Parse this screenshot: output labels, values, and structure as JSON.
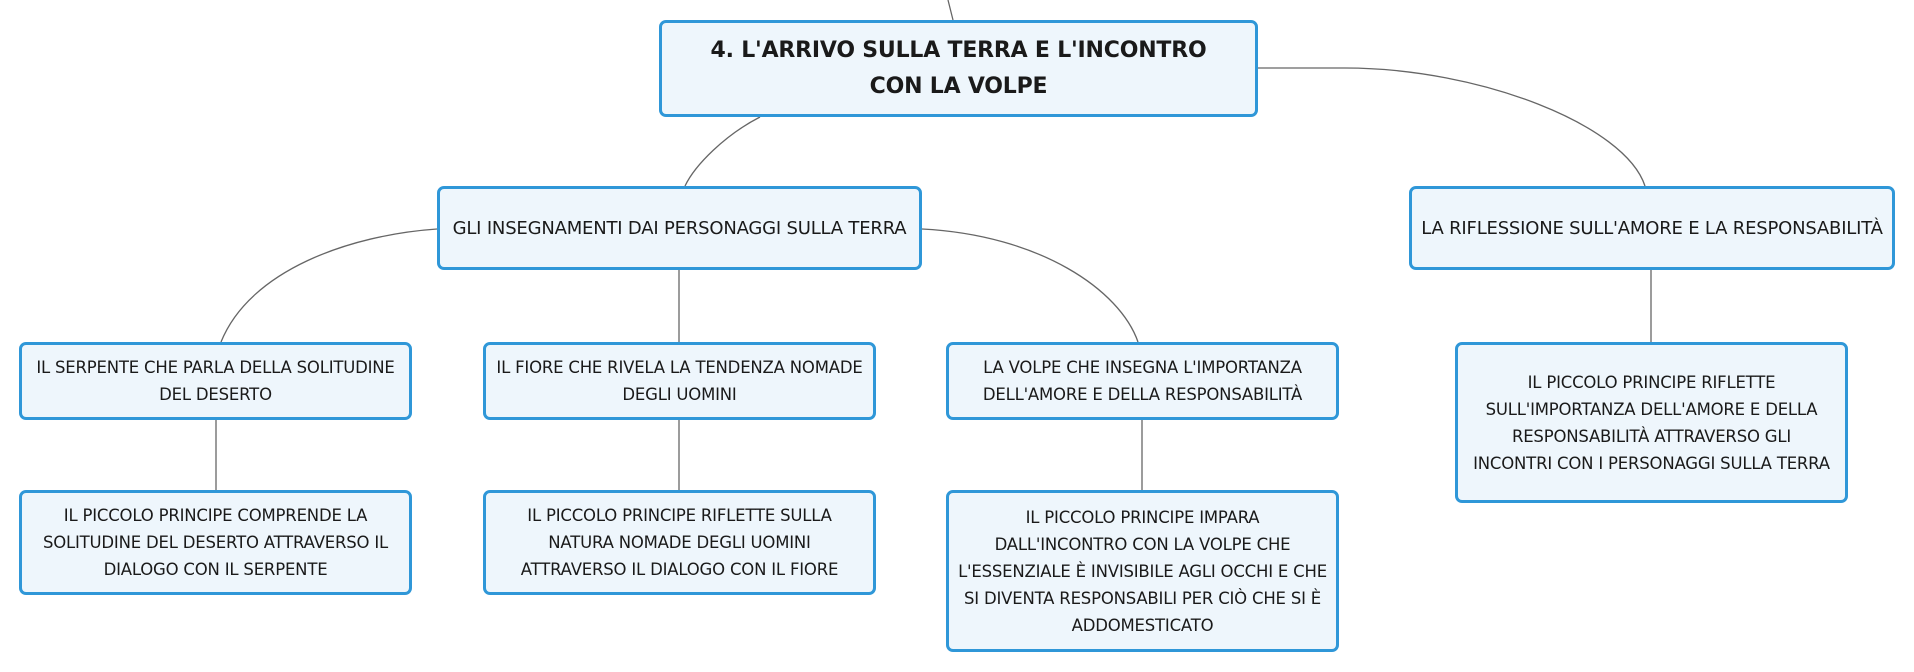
{
  "root": {
    "title": "4. L'ARRIVO SULLA TERRA E L'INCONTRO CON LA VOLPE"
  },
  "branches": [
    {
      "label": "GLI INSEGNAMENTI DAI PERSONAGGI SULLA TERRA",
      "children": [
        {
          "label": "IL SERPENTE CHE PARLA DELLA SOLITUDINE DEL DESERTO",
          "detail": "IL PICCOLO PRINCIPE COMPRENDE LA SOLITUDINE DEL DESERTO ATTRAVERSO IL DIALOGO CON IL SERPENTE"
        },
        {
          "label": "IL FIORE CHE RIVELA LA TENDENZA NOMADE DEGLI UOMINI",
          "detail": "IL PICCOLO PRINCIPE RIFLETTE SULLA NATURA NOMADE DEGLI UOMINI ATTRAVERSO IL DIALOGO CON IL FIORE"
        },
        {
          "label": "LA VOLPE CHE INSEGNA L'IMPORTANZA DELL'AMORE E DELLA RESPONSABILITÀ",
          "detail": "IL PICCOLO PRINCIPE IMPARA DALL'INCONTRO CON LA VOLPE CHE L'ESSENZIALE È INVISIBILE AGLI OCCHI E CHE SI DIVENTA RESPONSABILI PER CIÒ CHE SI È ADDOMESTICATO"
        }
      ]
    },
    {
      "label": "LA RIFLESSIONE SULL'AMORE E LA RESPONSABILITÀ",
      "children": [
        {
          "label": "IL PICCOLO PRINCIPE RIFLETTE SULL'IMPORTANZA DELL'AMORE E DELLA RESPONSABILITÀ ATTRAVERSO GLI INCONTRI CON I PERSONAGGI SULLA TERRA"
        }
      ]
    }
  ],
  "colors": {
    "node_border": "#2f97d8",
    "node_fill": "#eef6fc",
    "connector": "#666666",
    "text": "#1a1a1a"
  }
}
